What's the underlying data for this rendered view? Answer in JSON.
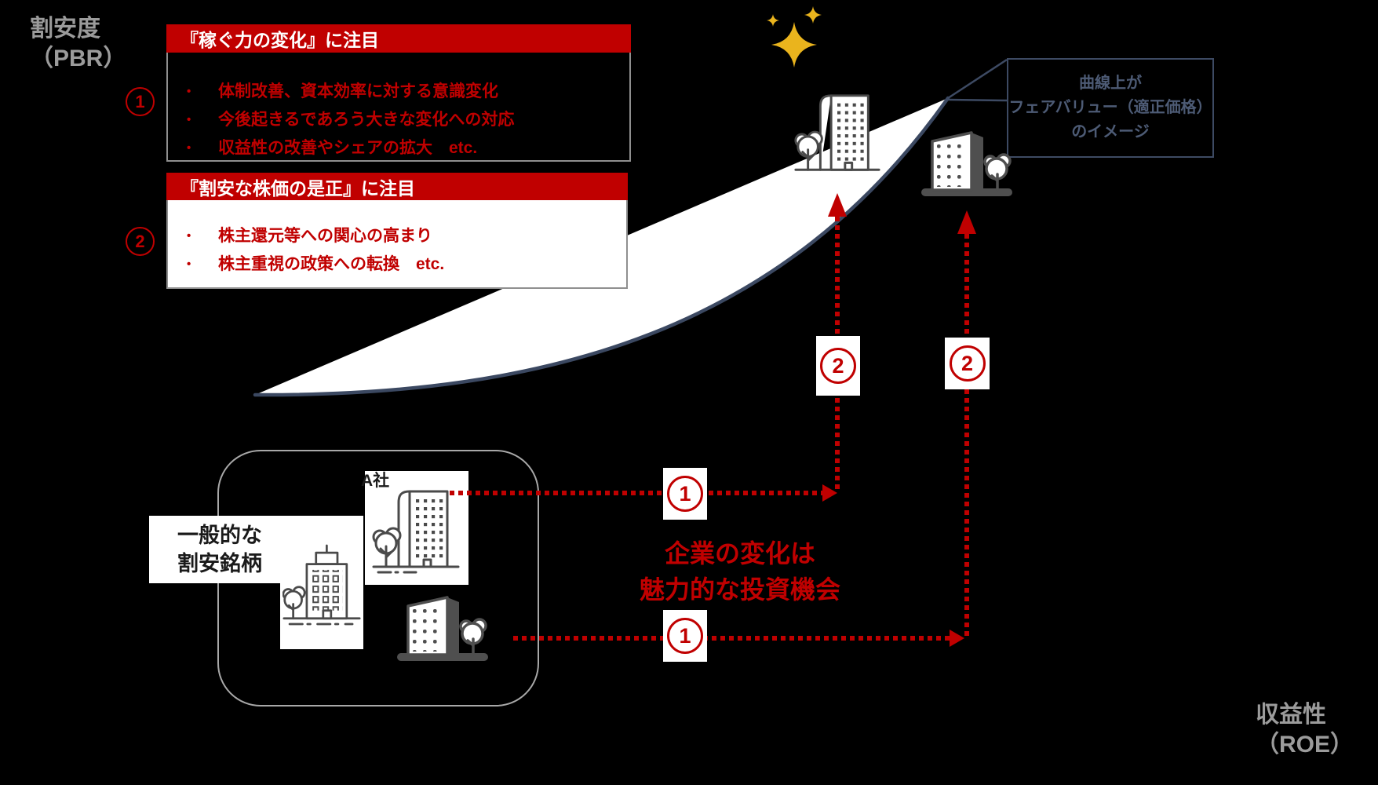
{
  "axis": {
    "pbr_line1": "割安度",
    "pbr_line2": "（PBR）",
    "roe_line1": "収益性",
    "roe_line2": "（ROE）"
  },
  "focus_box_1": {
    "number": "1",
    "header": "『稼ぐ力の変化』に注目",
    "bullets": [
      "体制改善、資本効率に対する意識変化",
      "今後起きるであろう大きな変化への対応",
      "収益性の改善やシェアの拡大　etc."
    ]
  },
  "focus_box_2": {
    "number": "2",
    "header": "『割安な株価の是正』に注目",
    "bullets": [
      "株主還元等への関心の高まり",
      "株主重視の政策への転換　etc."
    ]
  },
  "callout": {
    "line1": "曲線上が",
    "line2": "フェアバリュー（適正価格）",
    "line3": "のイメージ"
  },
  "value_group": {
    "label_line1": "一般的な",
    "label_line2": "割安銘柄",
    "company_a_label": "A社"
  },
  "flow": {
    "arrow1_number": "1",
    "arrow2_number": "1",
    "vertical1_number": "2",
    "vertical2_number": "2",
    "message_line1": "企業の変化は",
    "message_line2": "魅力的な投資機会"
  },
  "colors": {
    "accent_red": "#c00000",
    "curve_navy": "#3b4861",
    "axis_gray": "#9b9b9b",
    "sparkle_yellow": "#eab41d"
  }
}
